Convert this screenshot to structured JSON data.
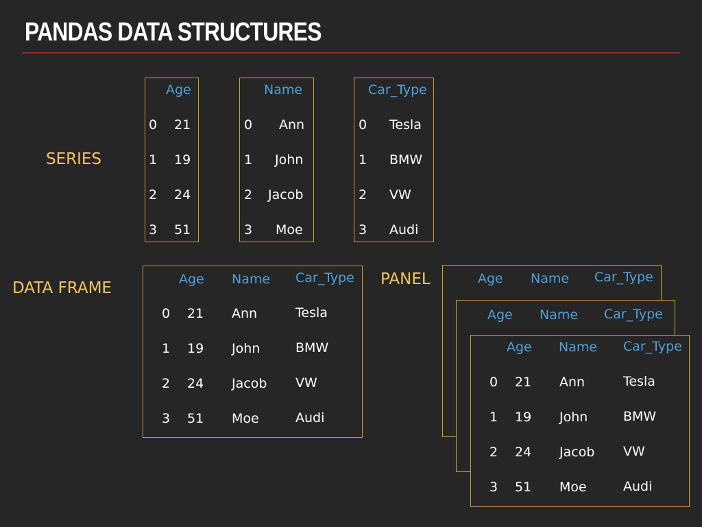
{
  "title": "PANDAS DATA STRUCTURES",
  "labels": {
    "series": "SERIES",
    "dataframe": "DATA FRAME",
    "panel": "PANEL"
  },
  "colors": {
    "background": "#262626",
    "label": "#f2c55c",
    "header": "#4e9fd8",
    "border": "#c9a233",
    "rule": "#9b2a2a"
  },
  "index": [
    "0",
    "1",
    "2",
    "3"
  ],
  "series": [
    {
      "header": "Age",
      "values": [
        "21",
        "19",
        "24",
        "51"
      ]
    },
    {
      "header": "Name",
      "values": [
        "Ann",
        "John",
        "Jacob",
        "Moe"
      ]
    },
    {
      "header": "Car_Type",
      "values": [
        "Tesla",
        "BMW",
        "VW",
        "Audi"
      ]
    }
  ],
  "dataframe": {
    "columns": [
      "Age",
      "Name",
      "Car_Type"
    ],
    "rows": [
      [
        "0",
        "21",
        "Ann",
        "Tesla"
      ],
      [
        "1",
        "19",
        "John",
        "BMW"
      ],
      [
        "2",
        "24",
        "Jacob",
        "VW"
      ],
      [
        "3",
        "51",
        "Moe",
        "Audi"
      ]
    ]
  },
  "panel": {
    "columns": [
      "Age",
      "Name",
      "Car_Type"
    ],
    "rows": [
      [
        "0",
        "21",
        "Ann",
        "Tesla"
      ],
      [
        "1",
        "19",
        "John",
        "BMW"
      ],
      [
        "2",
        "24",
        "Jacob",
        "VW"
      ],
      [
        "3",
        "51",
        "Moe",
        "Audi"
      ]
    ]
  }
}
